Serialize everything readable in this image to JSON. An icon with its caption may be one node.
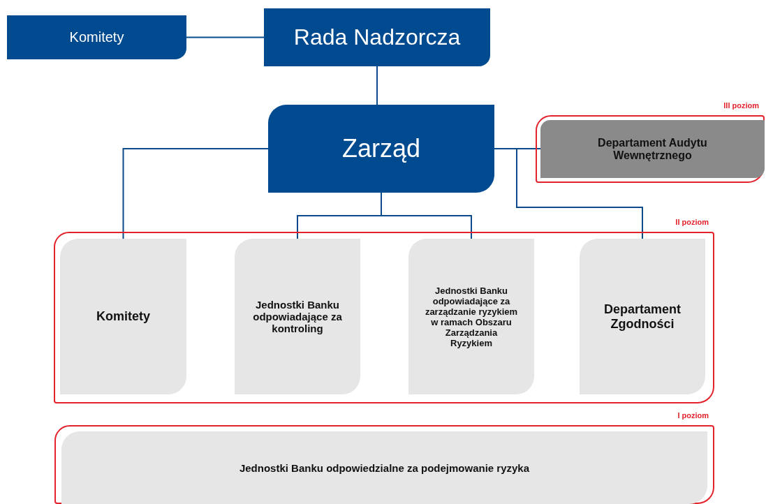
{
  "diagram": {
    "nodes": [
      {
        "text": [
          "Komitety"
        ]
      },
      {
        "text": [
          "Rada Nadzorcza"
        ]
      },
      {
        "text": [
          "Zarząd"
        ]
      },
      {
        "text": [
          "III poziom"
        ]
      },
      {
        "text": [
          "Departament Audytu Wewnętrznego"
        ],
        "in": 3
      },
      {
        "text": [
          "II poziom"
        ]
      },
      {
        "text": [
          "Komitety"
        ],
        "in": 5
      },
      {
        "text": [
          "Jednostki Banku odpowiadające za kontroling"
        ],
        "in": 5
      },
      {
        "text": [
          "Jednostki Banku odpowiadające za zarządzanie ryzykiem w ramach Obszaru Zarządzania Ryzykiem"
        ],
        "in": 5
      },
      {
        "text": [
          "Departament Zgodności"
        ],
        "in": 5
      },
      {
        "text": [
          "I poziom"
        ]
      },
      {
        "text": [
          "Jednostki Banku odpowiedzialne za podejmowanie ryzyka"
        ],
        "in": 10
      }
    ],
    "edges": [
      {
        "from": 0,
        "to": 1,
        "arrow": "none"
      },
      {
        "from": 1,
        "to": 2,
        "arrow": "none"
      },
      {
        "from": 2,
        "to": 6,
        "arrow": "none"
      },
      {
        "from": 2,
        "to": 7,
        "arrow": "none"
      },
      {
        "from": 2,
        "to": 8,
        "arrow": "none"
      },
      {
        "from": 2,
        "to": 4,
        "arrow": "none"
      },
      {
        "from": 2,
        "to": 9,
        "arrow": "none"
      }
    ]
  }
}
